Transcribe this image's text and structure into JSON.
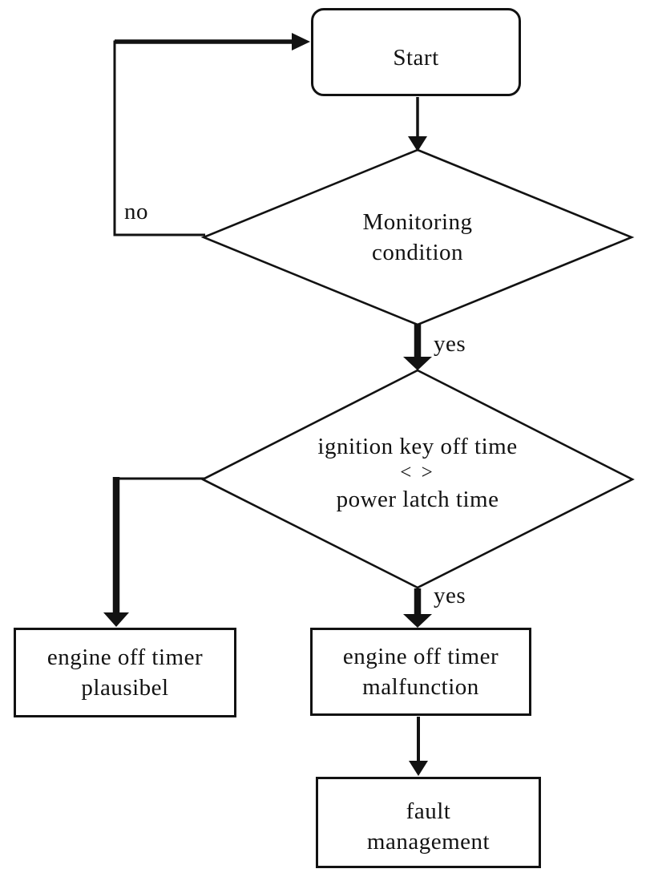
{
  "diagram": {
    "type": "flowchart",
    "description": "engine off timer monitoring flowchart",
    "colors": {
      "background": "#ffffff",
      "line": "#121212",
      "text": "#121212"
    },
    "nodes": [
      {
        "id": "start",
        "shape": "rounded-rect",
        "lines": [
          "Start"
        ]
      },
      {
        "id": "monitoring-condition",
        "shape": "diamond",
        "lines": [
          "Monitoring",
          "condition"
        ]
      },
      {
        "id": "ignition-key-off-time",
        "shape": "diamond",
        "lines": [
          "ignition key off time",
          "< >",
          "power latch time"
        ]
      },
      {
        "id": "engine-off-timer-plausibel",
        "shape": "rect",
        "lines": [
          "engine off timer",
          "plausibel"
        ]
      },
      {
        "id": "engine-off-timer-malfunction",
        "shape": "rect",
        "lines": [
          "engine off timer",
          "malfunction"
        ]
      },
      {
        "id": "fault-management",
        "shape": "rect",
        "lines": [
          "fault",
          "management"
        ]
      }
    ],
    "edges": [
      {
        "from": "start",
        "to": "monitoring-condition",
        "label": ""
      },
      {
        "from": "monitoring-condition",
        "to": "start",
        "label": "no"
      },
      {
        "from": "monitoring-condition",
        "to": "ignition-key-off-time",
        "label": "yes"
      },
      {
        "from": "ignition-key-off-time",
        "to": "engine-off-timer-plausibel",
        "label": ""
      },
      {
        "from": "ignition-key-off-time",
        "to": "engine-off-timer-malfunction",
        "label": "yes"
      },
      {
        "from": "engine-off-timer-malfunction",
        "to": "fault-management",
        "label": ""
      }
    ]
  }
}
